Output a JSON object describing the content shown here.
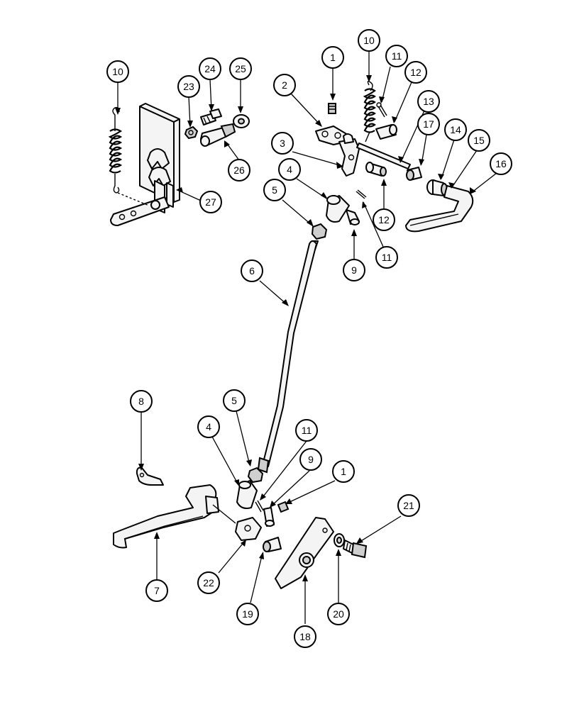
{
  "callouts": [
    {
      "id": "c1a",
      "label": "10"
    },
    {
      "id": "c2",
      "label": "23"
    },
    {
      "id": "c3",
      "label": "24"
    },
    {
      "id": "c4",
      "label": "25"
    },
    {
      "id": "c5",
      "label": "26"
    },
    {
      "id": "c6",
      "label": "27"
    },
    {
      "id": "c7",
      "label": "1"
    },
    {
      "id": "c8",
      "label": "10"
    },
    {
      "id": "c9",
      "label": "11"
    },
    {
      "id": "c10",
      "label": "2"
    },
    {
      "id": "c11",
      "label": "12"
    },
    {
      "id": "c12",
      "label": "13"
    },
    {
      "id": "c13",
      "label": "17"
    },
    {
      "id": "c14",
      "label": "14"
    },
    {
      "id": "c15",
      "label": "15"
    },
    {
      "id": "c16",
      "label": "16"
    },
    {
      "id": "c17",
      "label": "3"
    },
    {
      "id": "c18",
      "label": "4"
    },
    {
      "id": "c19",
      "label": "5"
    },
    {
      "id": "c20",
      "label": "12"
    },
    {
      "id": "c21",
      "label": "9"
    },
    {
      "id": "c22",
      "label": "11"
    },
    {
      "id": "c23",
      "label": "6"
    },
    {
      "id": "c24",
      "label": "8"
    },
    {
      "id": "c25",
      "label": "5"
    },
    {
      "id": "c26",
      "label": "4"
    },
    {
      "id": "c27",
      "label": "11"
    },
    {
      "id": "c28",
      "label": "9"
    },
    {
      "id": "c29",
      "label": "1"
    },
    {
      "id": "c30",
      "label": "21"
    },
    {
      "id": "c31",
      "label": "7"
    },
    {
      "id": "c32",
      "label": "22"
    },
    {
      "id": "c33",
      "label": "19"
    },
    {
      "id": "c34",
      "label": "18"
    },
    {
      "id": "c35",
      "label": "20"
    }
  ]
}
